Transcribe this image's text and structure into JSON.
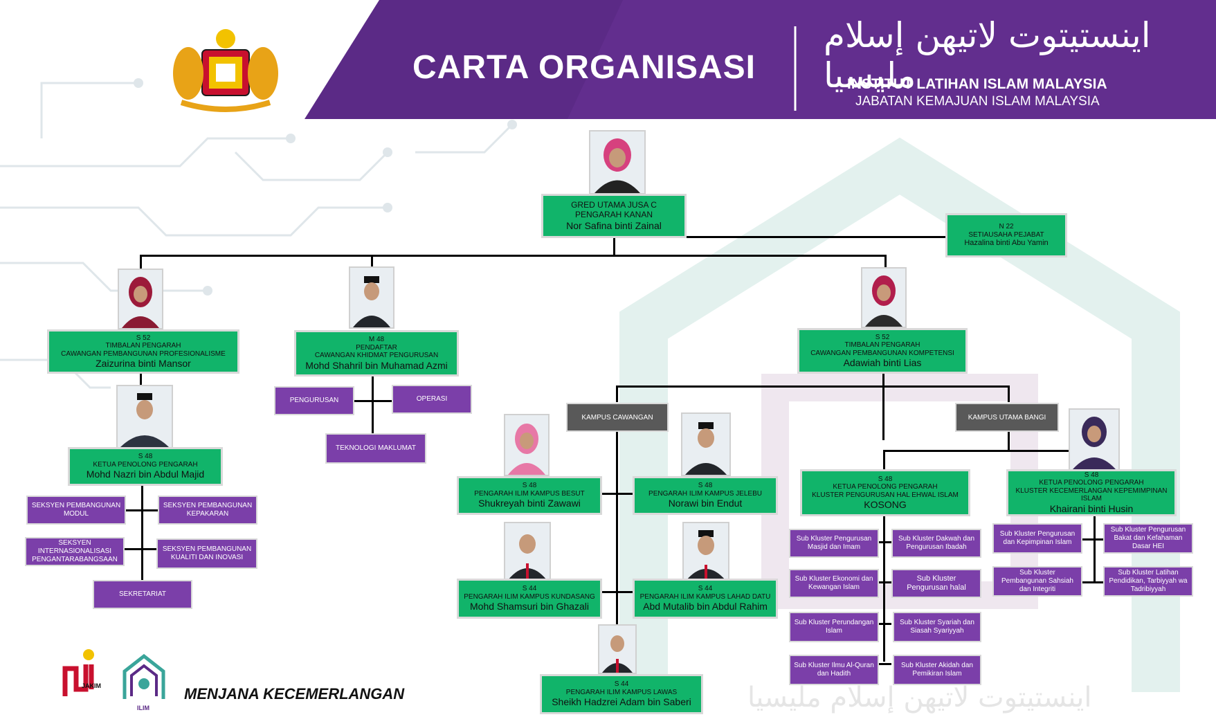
{
  "header": {
    "title": "CARTA ORGANISASI",
    "org_name": "INSTITUT LATIHAN ISLAM MALAYSIA",
    "dept_name": "JABATAN KEMAJUAN ISLAM MALAYSIA",
    "arabic_logotype": "اينستيتوت لاتيهن إسلام مليسيا",
    "crest_icon": "malaysia-coat-of-arms-icon"
  },
  "colors": {
    "purple": "#5b2a86",
    "green": "#11b46a",
    "box_purple": "#7b3fa9",
    "box_dark": "#595959"
  },
  "top": {
    "grade": "GRED UTAMA JUSA C",
    "role": "PENGARAH KANAN",
    "name": "Nor Safina binti Zainal"
  },
  "secretary": {
    "grade": "N 22",
    "role": "SETIAUSAHA PEJABAT",
    "name": "Hazalina binti Abu Yamin"
  },
  "left_deputy": {
    "grade": "S 52",
    "role": "TIMBALAN PENGARAH",
    "branch": "CAWANGAN PEMBANGUNAN PROFESIONALISME",
    "name": "Zaizurina binti Mansor"
  },
  "registrar": {
    "grade": "M 48",
    "role": "PENDAFTAR",
    "branch": "CAWANGAN KHIDMAT PENGURUSAN",
    "name": "Mohd Shahril bin Muhamad Azmi",
    "units": [
      "PENGURUSAN",
      "OPERASI",
      "TEKNOLOGI MAKLUMAT"
    ]
  },
  "right_deputy": {
    "grade": "S 52",
    "role": "TIMBALAN PENGARAH",
    "branch": "CAWANGAN PEMBANGUNAN KOMPETENSI",
    "name": "Adawiah binti Lias"
  },
  "left_chief": {
    "grade": "S 48",
    "role": "KETUA PENOLONG PENGARAH",
    "name": "Mohd Nazri bin  Abdul Majid",
    "sections": [
      "SEKSYEN PEMBANGUNAN MODUL",
      "SEKSYEN PEMBANGUNAN KEPAKARAN",
      "SEKSYEN INTERNASIONALISASI PENGANTARABANGSAAN",
      "SEKSYEN PEMBANGUNAN KUALITI DAN INOVASI",
      "SEKRETARIAT"
    ]
  },
  "kampus_cawangan": {
    "label": "KAMPUS CAWANGAN",
    "campuses": [
      {
        "grade": "S 48",
        "role": "PENGARAH ILIM KAMPUS BESUT",
        "name": "Shukreyah binti Zawawi"
      },
      {
        "grade": "S 48",
        "role": "PENGARAH ILIM KAMPUS JELEBU",
        "name": "Norawi bin Endut"
      },
      {
        "grade": "S 44",
        "role": "PENGARAH ILIM KAMPUS KUNDASANG",
        "name": "Mohd Shamsuri bin Ghazali"
      },
      {
        "grade": "S 44",
        "role": "PENGARAH ILIM KAMPUS LAHAD DATU",
        "name": "Abd Mutalib bin Abdul Rahim"
      },
      {
        "grade": "S 44",
        "role": "PENGARAH ILIM KAMPUS LAWAS",
        "name": "Sheikh Hadzrei Adam bin Saberi"
      }
    ]
  },
  "kampus_bangi": {
    "label": "KAMPUS UTAMA BANGI",
    "cluster_a": {
      "grade": "S 48",
      "role": "KETUA PENOLONG PENGARAH",
      "cluster": "KLUSTER PENGURUSAN HAL EHWAL ISLAM",
      "name": "KOSONG",
      "subs": [
        "Sub Kluster Pengurusan Masjid dan Imam",
        "Sub Kluster Dakwah dan Pengurusan Ibadah",
        "Sub Kluster Ekonomi dan Kewangan Islam",
        "Sub Kluster Pengurusan halal",
        "Sub Kluster Perundangan Islam",
        "Sub Kluster Syariah dan Siasah Syariyyah",
        "Sub Kluster Ilmu Al-Quran dan Hadith",
        "Sub Kluster Akidah dan Pemikiran Islam"
      ]
    },
    "cluster_b": {
      "grade": "S 48",
      "role": "KETUA PENOLONG PENGARAH",
      "cluster": "KLUSTER KECEMERLANGAN KEPEMIMPINAN ISLAM",
      "name": "Khairani binti Husin",
      "subs": [
        "Sub Kluster Pengurusan dan Kepimpinan Islam",
        "Sub Kluster Pengurusan Bakat  dan Kefahaman Dasar HEI",
        "Sub Kluster Pembangunan Sahsiah dan Integriti",
        "Sub Kluster Latihan Pendidikan, Tarbiyyah wa Tadribiyyah"
      ]
    }
  },
  "footer": {
    "slogan": "MENJANA KECEMERLANGAN",
    "jakim_label": "JAKIM",
    "ilim_label": "ILIM"
  }
}
